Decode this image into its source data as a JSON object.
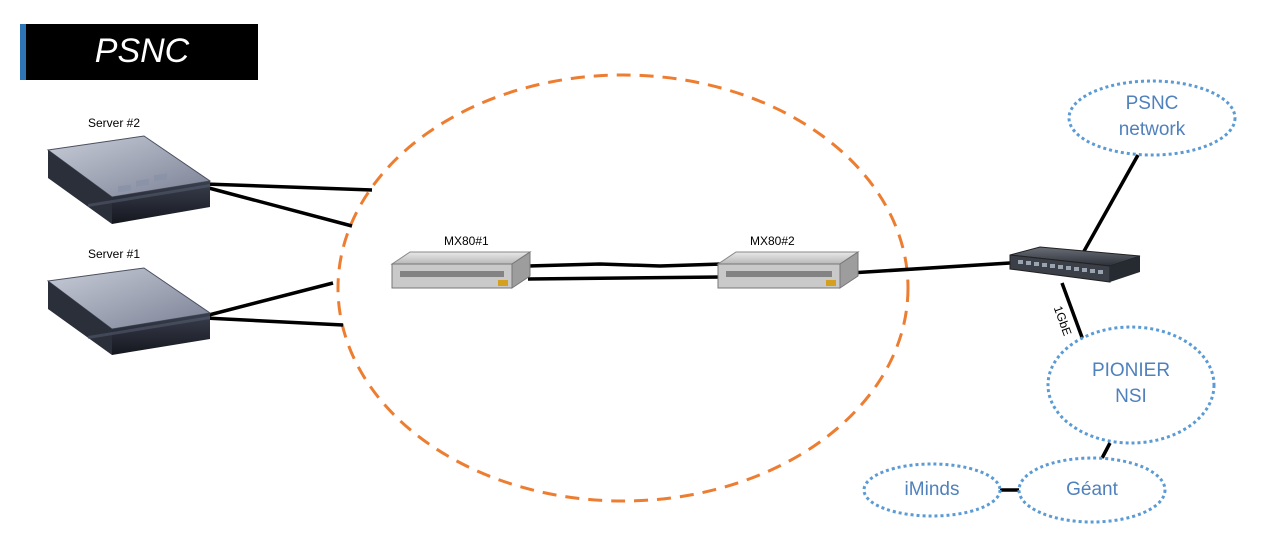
{
  "title": "PSNC",
  "devices": {
    "server2": "Server #2",
    "server1": "Server #1",
    "mx80_1": "MX80#1",
    "mx80_2": "MX80#2"
  },
  "clouds": {
    "psnc_network": [
      "PSNC",
      "network"
    ],
    "pionier": [
      "PIONIER",
      "NSI"
    ],
    "geant": "Géant",
    "iminds": "iMinds"
  },
  "link_labels": {
    "uplink": "1GbE"
  },
  "colors": {
    "title_bg": "#000000",
    "title_accent": "#2e75b6",
    "ellipse": "#ed7d31",
    "cloud_border": "#5b9bd5",
    "cloud_text": "#4f81bd"
  }
}
